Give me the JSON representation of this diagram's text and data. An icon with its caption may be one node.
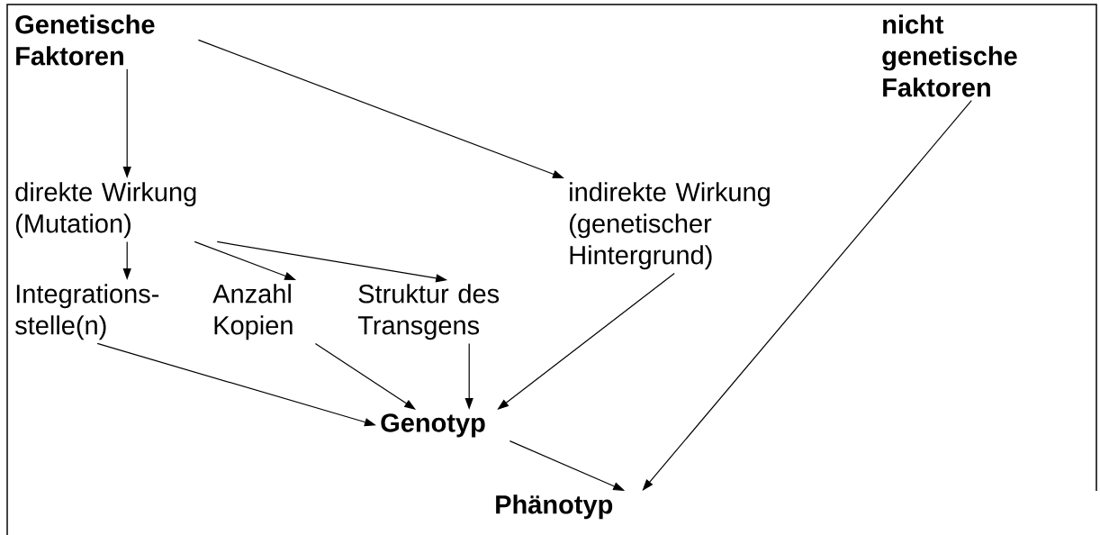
{
  "diagram": {
    "nodes": [
      {
        "text": [
          "Genetische Faktoren"
        ]
      },
      {
        "text": [
          "nicht genetische Faktoren"
        ]
      },
      {
        "text": [
          "direkte Wirkung (Mutation)"
        ]
      },
      {
        "text": [
          "indirekte Wirkung (genetischer Hintergrund)"
        ]
      },
      {
        "text": [
          "Integrations- stelle(n)"
        ]
      },
      {
        "text": [
          "Anzahl Kopien"
        ]
      },
      {
        "text": [
          "Struktur des Transgens"
        ]
      },
      {
        "text": [
          "Genotyp"
        ]
      },
      {
        "text": [
          "Phänotyp"
        ]
      }
    ],
    "edges": [
      {
        "from": 0,
        "to": 3,
        "arrow": "to"
      },
      {
        "from": 0,
        "to": 2,
        "arrow": "to"
      },
      {
        "from": 2,
        "to": 4,
        "arrow": "to"
      },
      {
        "from": 2,
        "to": 5,
        "arrow": "to"
      },
      {
        "from": 2,
        "to": 6,
        "arrow": "to"
      },
      {
        "from": 4,
        "to": 7,
        "arrow": "to"
      },
      {
        "from": 5,
        "to": 7,
        "arrow": "to"
      },
      {
        "from": 6,
        "to": 7,
        "arrow": "to"
      },
      {
        "from": 3,
        "to": 7,
        "arrow": "to"
      },
      {
        "from": 7,
        "to": 8,
        "arrow": "to"
      },
      {
        "from": 1,
        "to": 8,
        "arrow": "to"
      }
    ]
  }
}
